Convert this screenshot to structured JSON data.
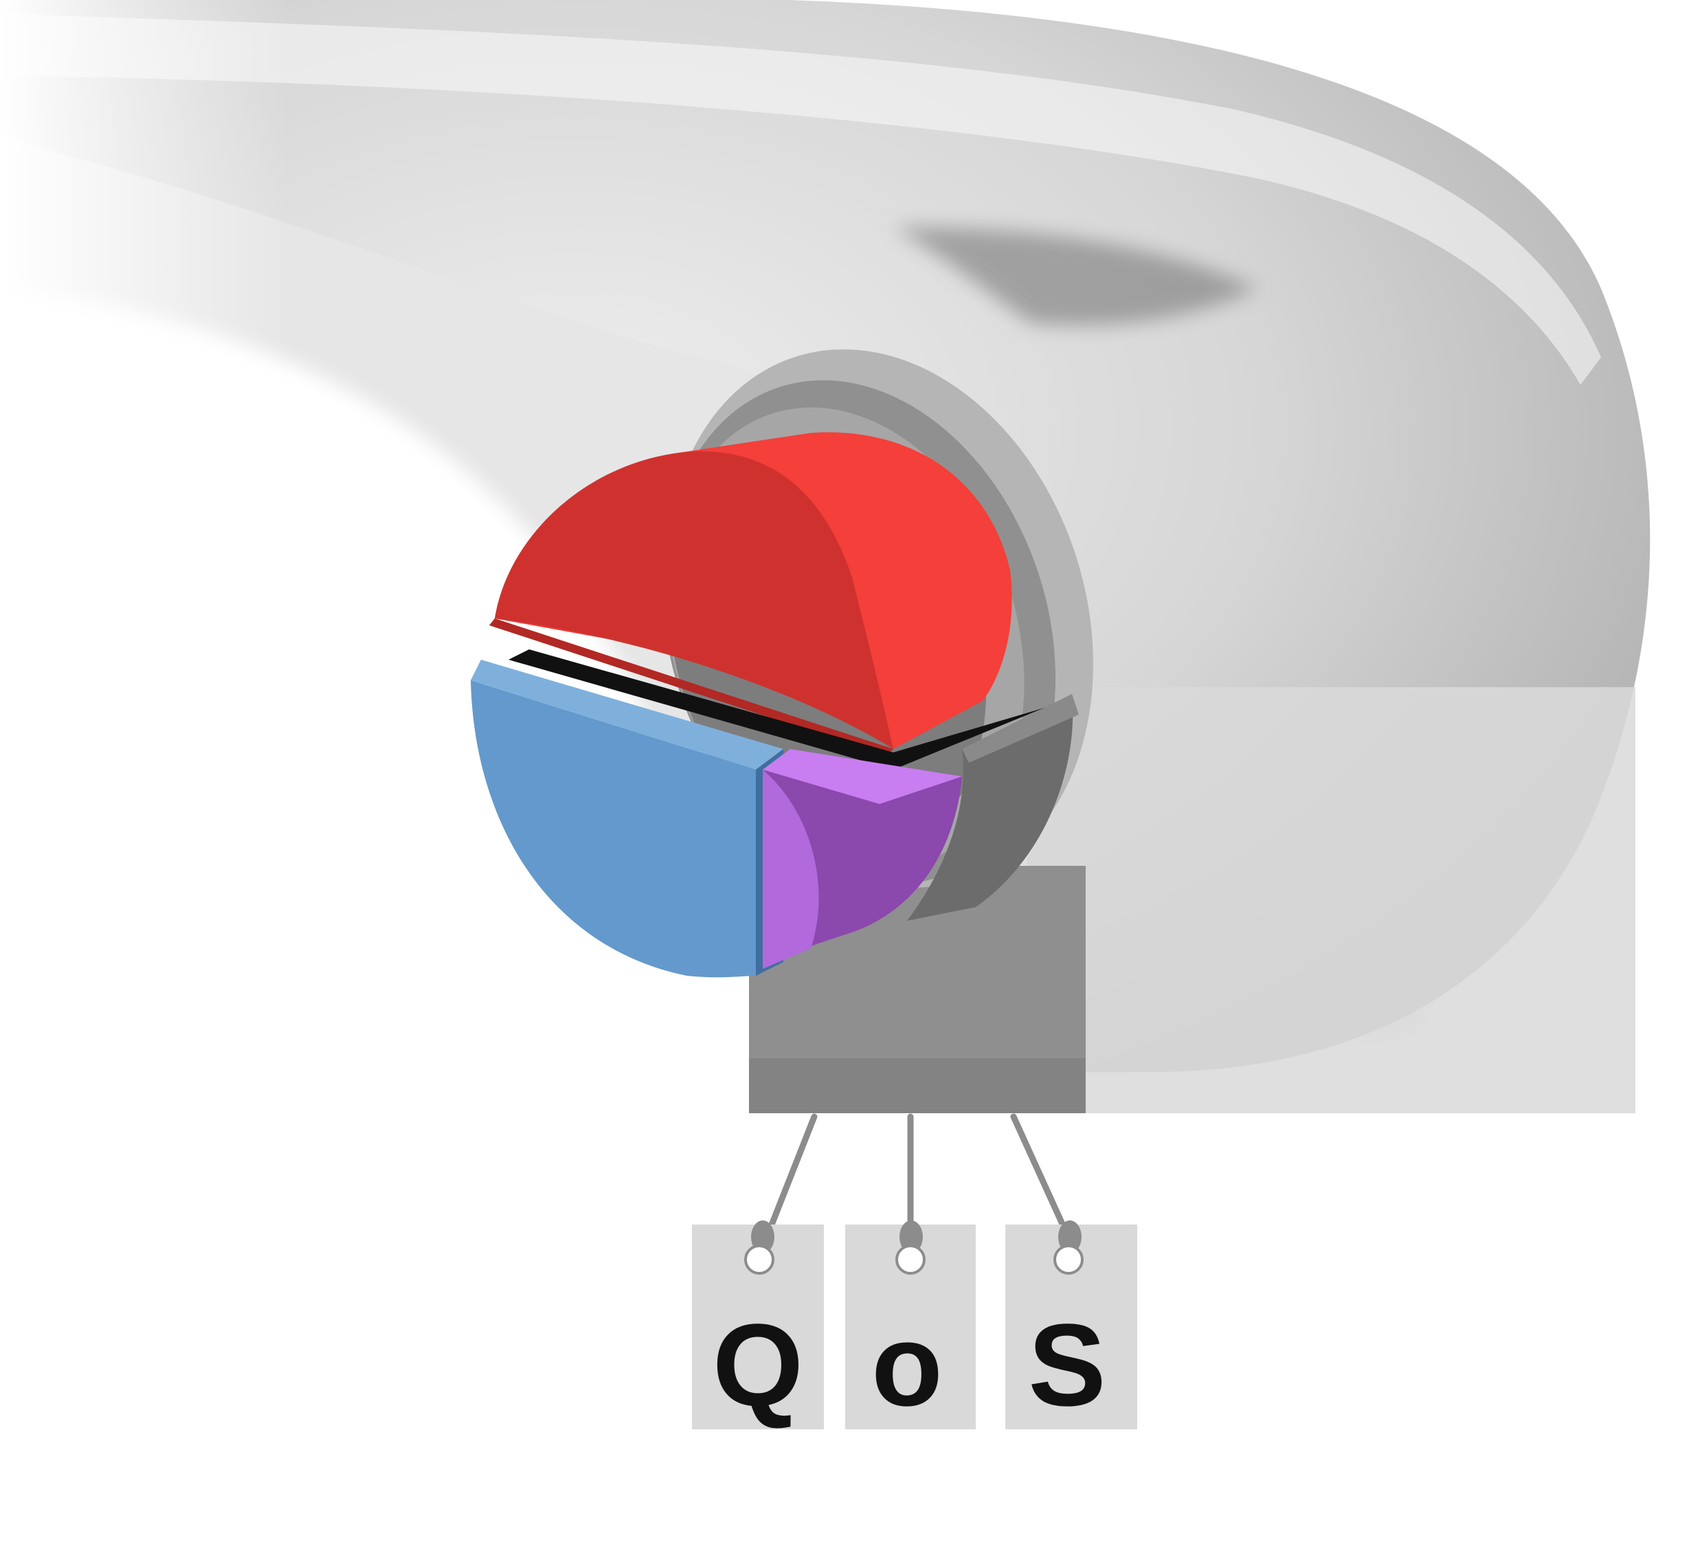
{
  "diagram": {
    "cable": {
      "jacket_color": "#d4d4d4",
      "jacket_shadow_color": "#9a9a9a",
      "inner_ring_color": "#8a8a8a",
      "cores": [
        {
          "name": "red-core",
          "color": "#f23c37",
          "color_dark": "#c9302c"
        },
        {
          "name": "blue-core",
          "color": "#6097c9",
          "color_dark": "#4d7fae"
        },
        {
          "name": "purple-core",
          "color": "#a65ccd",
          "color_dark": "#7b3f99"
        },
        {
          "name": "gray-core",
          "color": "#6f6f6f",
          "color_dark": "#555555"
        }
      ]
    },
    "tags": [
      {
        "letter": "Q"
      },
      {
        "letter": "o"
      },
      {
        "letter": "S"
      }
    ],
    "tag_color": "#d9d9d9",
    "string_color": "#8c8c8c",
    "letter_color": "#111111"
  }
}
